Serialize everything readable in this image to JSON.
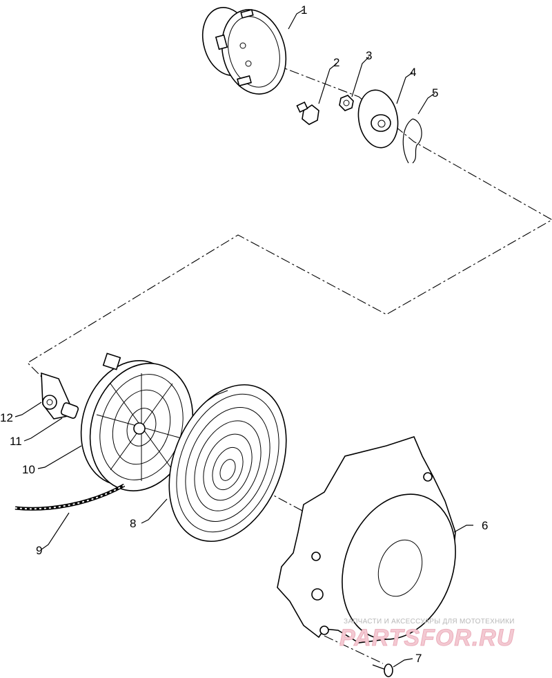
{
  "labels": [
    "1",
    "2",
    "3",
    "4",
    "5",
    "6",
    "7",
    "8",
    "9",
    "10",
    "11",
    "12"
  ],
  "watermark": {
    "caption": "ЗАПЧАСТИ И АКСЕССУАРЫ ДЛЯ МОТОТЕХНИКИ",
    "brand": "PARTSFOR.RU",
    "brand_color": "#f3c9d2"
  }
}
